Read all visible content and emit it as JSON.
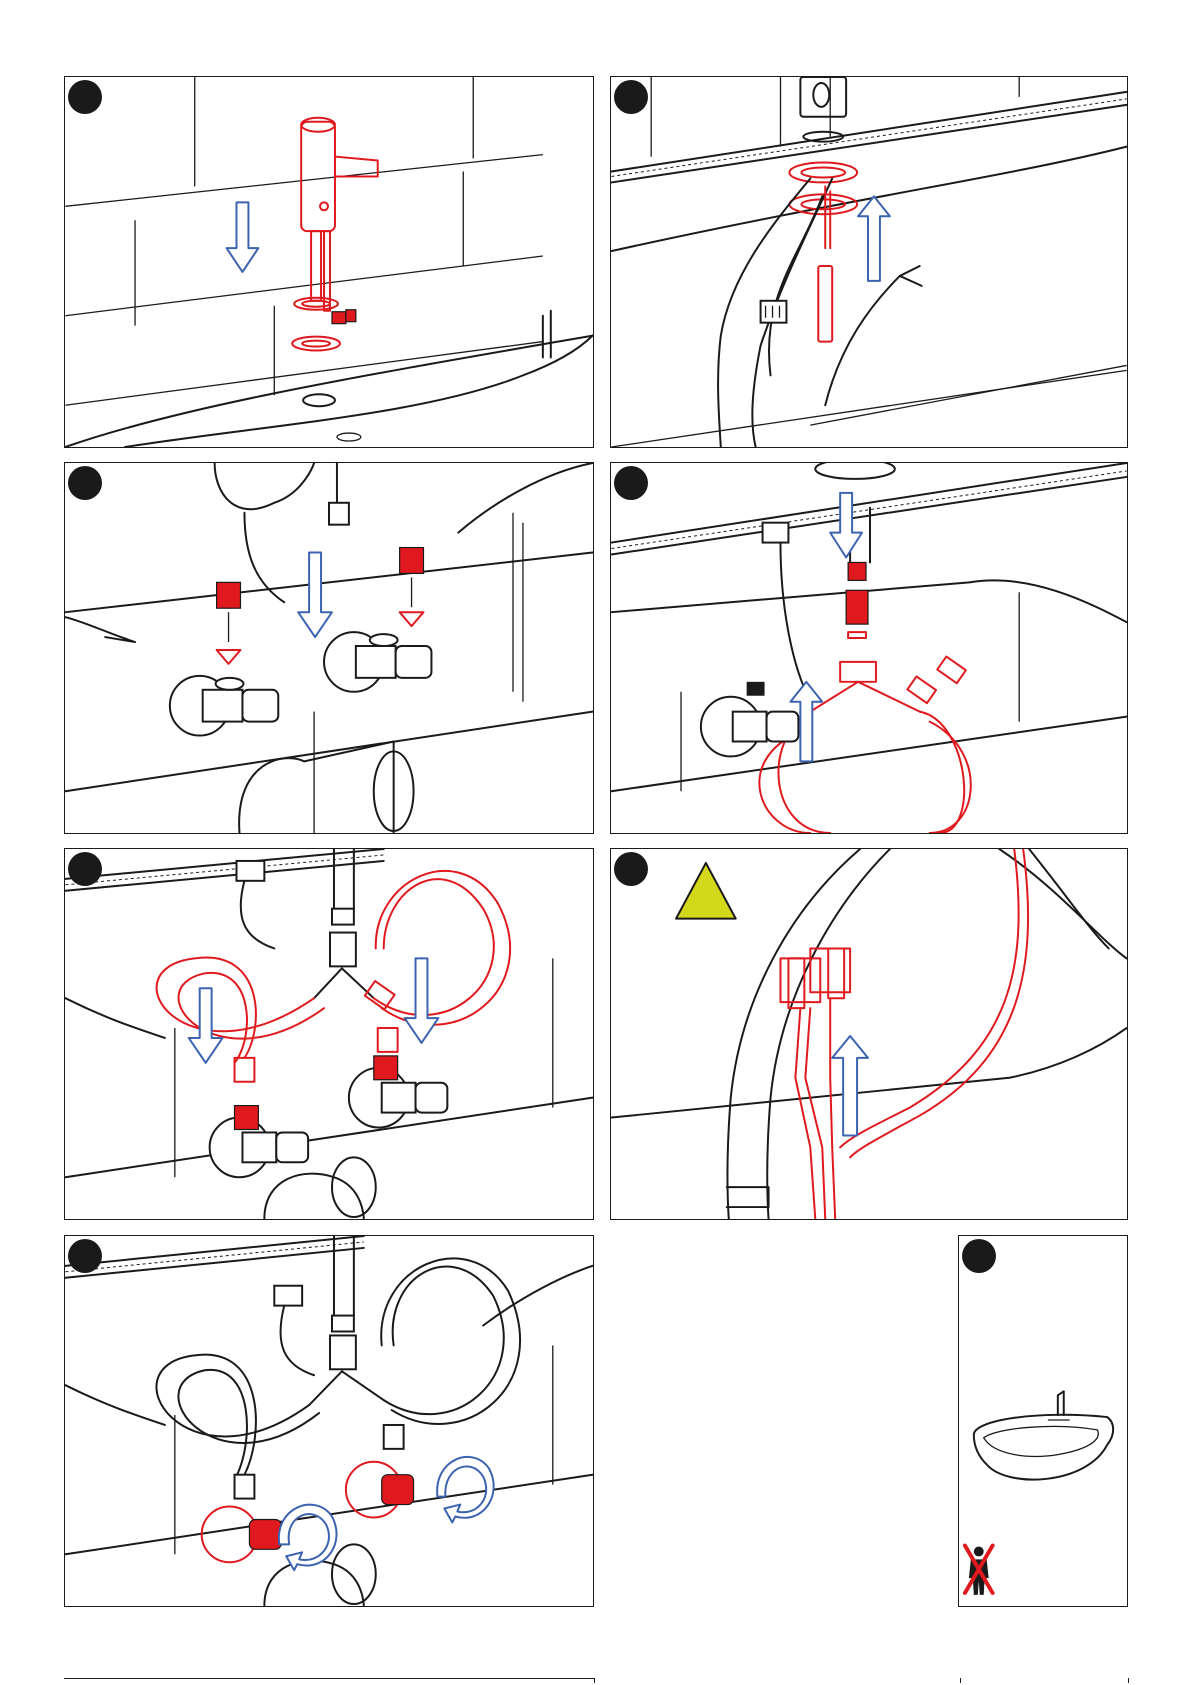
{
  "panels": [
    {
      "id": "p1",
      "number": ""
    },
    {
      "id": "p2",
      "number": ""
    },
    {
      "id": "p3",
      "number": ""
    },
    {
      "id": "p4",
      "number": ""
    },
    {
      "id": "p5",
      "number": ""
    },
    {
      "id": "p6",
      "number": ""
    },
    {
      "id": "p7",
      "number": ""
    },
    {
      "id": "p8",
      "number": ""
    }
  ],
  "icons": {
    "down_arrow": "down-arrow-icon",
    "up_arrow": "up-arrow-icon",
    "rotate": "rotate-arrow-icon",
    "warning": "warning-triangle-icon",
    "no_person": "no-person-icon"
  },
  "colors": {
    "highlight": "#e0191e",
    "arrow": "#3b63b0",
    "warning": "#d4d81a",
    "line": "#1a1a1a"
  }
}
